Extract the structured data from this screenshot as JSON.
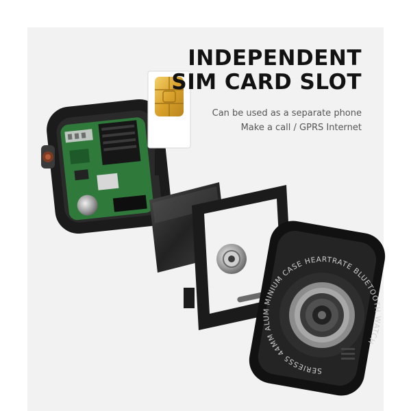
{
  "headline": {
    "line1": "INDEPENDENT",
    "line2": "SIM CARD SLOT"
  },
  "subtext": {
    "line1": "Can be used as a separate phone",
    "line2": "Make a call / GPRS Internet"
  },
  "back_ring_text": "SERIESS5 44MM ALUM MINIUM CASE HEARTRATE BLUETOOTH WATCH",
  "colors": {
    "panel_bg": "#f2f2f2",
    "chip_gold": "#e3b23c",
    "pcb_green": "#2f7a3a",
    "frame_black": "#1b1b1b"
  }
}
